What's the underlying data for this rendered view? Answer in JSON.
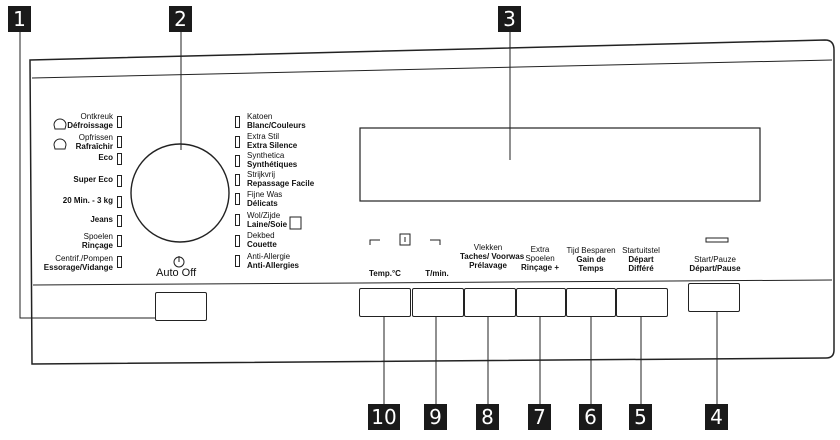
{
  "callouts": [
    "1",
    "2",
    "3",
    "4",
    "5",
    "6",
    "7",
    "8",
    "9",
    "10"
  ],
  "left_programs": [
    {
      "line1": "Ontkreuk",
      "line2": "Défroissage",
      "icon": "anti-crease-icon"
    },
    {
      "line1": "Opfrissen",
      "line2": "Rafraîchir",
      "icon": "refresh-icon"
    },
    {
      "line1": "",
      "line2": "Eco"
    },
    {
      "line1": "",
      "line2": "Super Eco"
    },
    {
      "line1": "",
      "line2": "20 Min. - 3 kg"
    },
    {
      "line1": "",
      "line2": "Jeans"
    },
    {
      "line1": "Spoelen",
      "line2": "Rinçage"
    },
    {
      "line1": "Centrif./Pompen",
      "line2": "Essorage/Vidange"
    }
  ],
  "right_programs": [
    {
      "line1": "Katoen",
      "line2": "Blanc/Couleurs"
    },
    {
      "line1": "Extra Stil",
      "line2": "Extra Silence"
    },
    {
      "line1": "Synthetica",
      "line2": "Synthétiques"
    },
    {
      "line1": "Strijkvrij",
      "line2": "Repassage Facile"
    },
    {
      "line1": "Fijne Was",
      "line2": "Délicats"
    },
    {
      "line1": "Wol/Zijde",
      "line2": "Laine/Soie",
      "icon": "wool-icon"
    },
    {
      "line1": "Dekbed",
      "line2": "Couette"
    },
    {
      "line1": "Anti-Allergie",
      "line2": "Anti-Allergies"
    }
  ],
  "auto_off_label": "Auto Off",
  "buttons": [
    {
      "l1": "",
      "l2": "",
      "l3": "Temp.°C"
    },
    {
      "l1": "",
      "l2": "",
      "l3": "T/min."
    },
    {
      "l1": "Vlekken",
      "l2": "Taches/ Voorwas",
      "l3": "Prélavage"
    },
    {
      "l1": "Extra",
      "l2": "Spoelen",
      "l3": "Rinçage +"
    },
    {
      "l1": "Tijd Besparen",
      "l2": "Gain de",
      "l3": "Temps"
    },
    {
      "l1": "Startuitstel",
      "l2": "Départ",
      "l3": "Différé"
    }
  ],
  "start_button": {
    "l1": "Start/Pauze",
    "l2": "Départ/Pause"
  }
}
